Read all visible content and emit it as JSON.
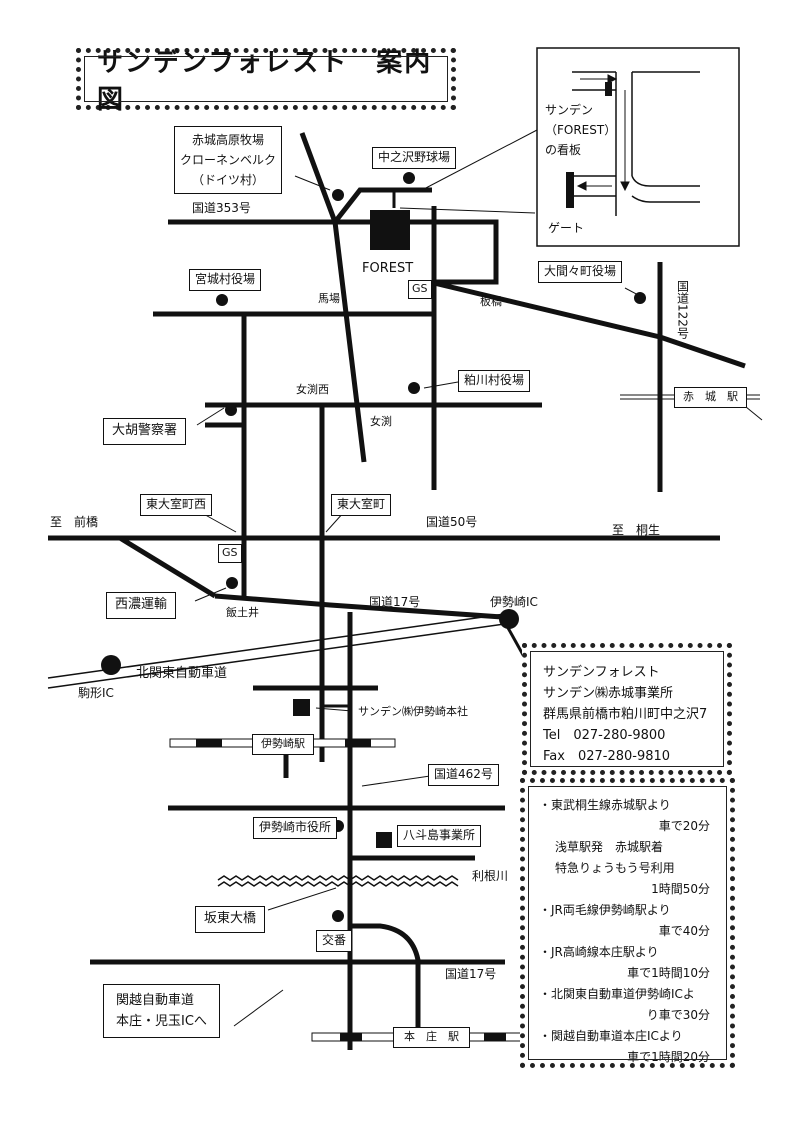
{
  "title": "サンデンフォレスト　案内図",
  "roads": {
    "route353": "国道353号",
    "route50": "国道50号",
    "route17_mid": "国道17号",
    "route17_south": "国道17号",
    "route462": "国道462号",
    "route122": "国道122号",
    "kitakanto": "北関東自動車道",
    "to_maebashi": "至　前橋",
    "to_kiryu": "至　桐生",
    "tonegawa": "利根川"
  },
  "places": {
    "forest": "FOREST",
    "gs_forest": "GS",
    "gs_higashi": "GS",
    "kurone": "赤城高原牧場\nクローネンベルク\n（ドイツ村）",
    "nakanosawa": "中之沢野球場",
    "miyagi": "宮城村役場",
    "ooma": "大間々町役場",
    "kasukawa": "粕川村役場",
    "oogo": "大胡警察署",
    "akagi_station": "赤　城　駅",
    "higashiomuro_nishi": "東大室町西",
    "higashiomuro": "東大室町",
    "seino": "西濃運輸",
    "isesaki_ic": "伊勢崎IC",
    "komagata_ic": "駒形IC",
    "sanden_honsha": "サンデン㈱伊勢崎本社",
    "isesaki_station": "伊勢崎駅",
    "isesaki_city": "伊勢崎市役所",
    "yattajima": "八斗島事業所",
    "bando": "坂東大橋",
    "koban": "交番",
    "kanetsu": "関越自動車道\n本庄・児玉ICへ",
    "honjo_station": "本　庄　駅",
    "umaba": "馬場",
    "itahashi": "板橋",
    "onabuchi_nishi": "女渕西",
    "onabuchi": "女渕",
    "iidai": "飯土井"
  },
  "inset": {
    "sign_label": "サンデン\n（FOREST）\nの看板",
    "gate_label": "ゲート"
  },
  "contact": {
    "name": "サンデンフォレスト",
    "office": "サンデン㈱赤城事業所",
    "address": "群馬県前橋市粕川町中之沢7",
    "tel": "Tel　027-280-9800",
    "fax": "Fax　027-280-9810"
  },
  "access": {
    "lines": [
      "・東武桐生線赤城駅より",
      "車で20分",
      "浅草駅発　赤城駅着",
      "特急りょうもう号利用",
      "1時間50分",
      "・JR両毛線伊勢崎駅より",
      "車で40分",
      "・JR高崎線本庄駅より",
      "車で1時間10分",
      "・北関東自動車道伊勢崎ICよ",
      "り車で30分",
      "・関越自動車道本庄ICより",
      "車で1時間20分"
    ]
  }
}
